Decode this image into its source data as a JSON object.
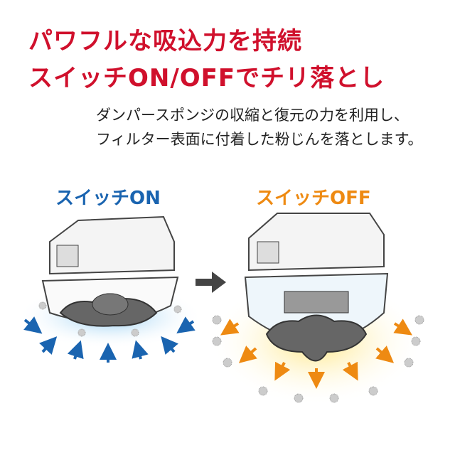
{
  "headline": {
    "line1": "パワフルな吸込力を持続",
    "line2": "スイッチON/OFFでチリ落とし"
  },
  "description": {
    "line1": "ダンパースポンジの収縮と復元の力を利用し、",
    "line2": "フィルター表面に付着した粉じんを落とします。"
  },
  "states": {
    "on_label": "スイッチON",
    "off_label": "スイッチOFF"
  },
  "colors": {
    "headline": "#d0102c",
    "on": "#1a64b0",
    "off": "#ee8a12"
  }
}
